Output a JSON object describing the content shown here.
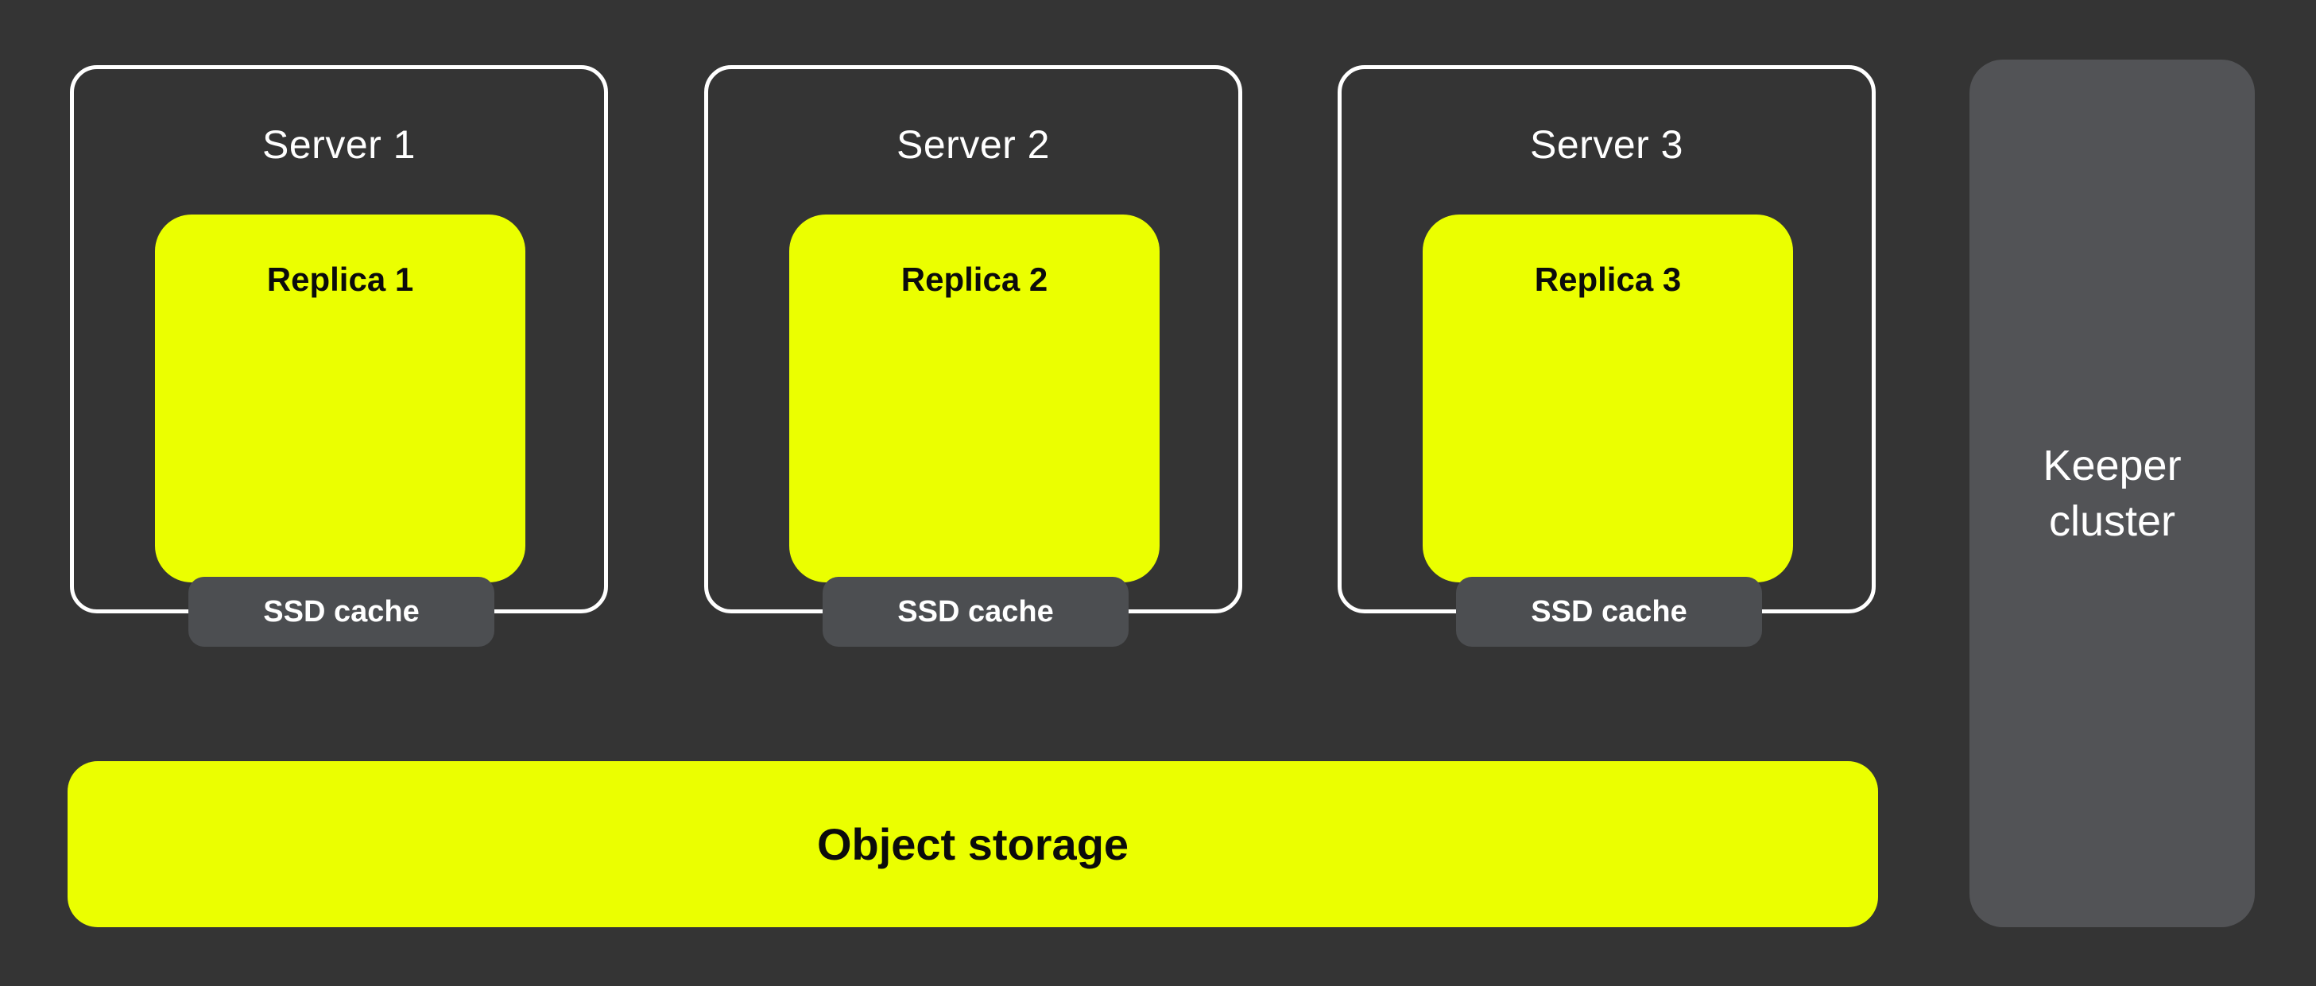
{
  "colors": {
    "background": "#343434",
    "accent_yellow": "#EBFF00",
    "panel_gray": "#525356",
    "cache_gray": "#4C4E51",
    "border_white": "#FFFFFF",
    "text_white": "#FFFFFF",
    "text_black": "#0B0B0B"
  },
  "diagram": {
    "servers": [
      {
        "title": "Server 1",
        "replica": "Replica 1",
        "cache": "SSD cache"
      },
      {
        "title": "Server 2",
        "replica": "Replica 2",
        "cache": "SSD cache"
      },
      {
        "title": "Server 3",
        "replica": "Replica 3",
        "cache": "SSD cache"
      }
    ],
    "object_storage": {
      "label": "Object storage"
    },
    "keeper_cluster": {
      "line1": "Keeper",
      "line2": "cluster"
    }
  }
}
